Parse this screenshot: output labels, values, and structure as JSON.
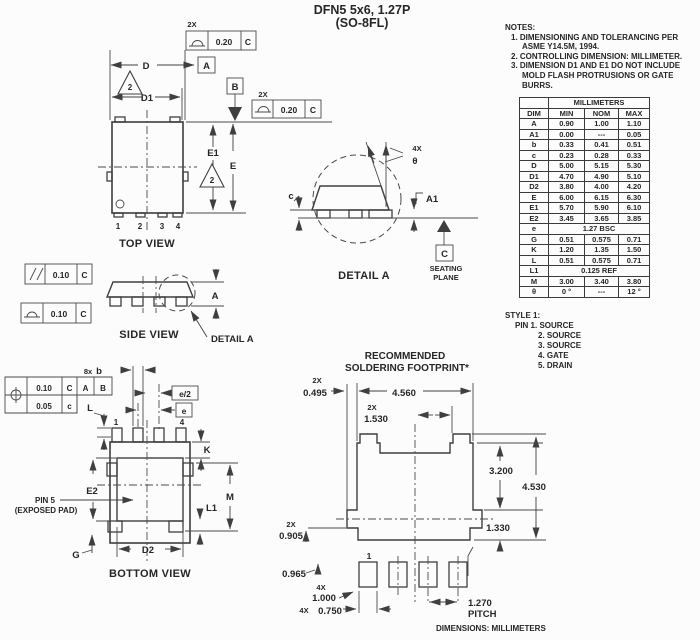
{
  "colors": {
    "ink": "#3f3f3f",
    "background": "#fcfcfc"
  },
  "title": {
    "line1": "DFN5 5x6, 1.27P",
    "line2": "(SO-8FL)"
  },
  "notes": {
    "heading": "NOTES:",
    "n1a": "1. DIMENSIONING AND TOLERANCING PER",
    "n1b": "ASME Y14.5M, 1994.",
    "n2": "2. CONTROLLING DIMENSION: MILLIMETER.",
    "n3a": "3. DIMENSION D1 AND E1 DO NOT INCLUDE",
    "n3b": "MOLD FLASH PROTRUSIONS OR GATE",
    "n3c": "BURRS."
  },
  "dim_table": {
    "units_header": "MILLIMETERS",
    "col_dim": "DIM",
    "col_min": "MIN",
    "col_nom": "NOM",
    "col_max": "MAX",
    "rows": [
      {
        "dim": "A",
        "min": "0.90",
        "nom": "1.00",
        "max": "1.10"
      },
      {
        "dim": "A1",
        "min": "0.00",
        "nom": "---",
        "max": "0.05"
      },
      {
        "dim": "b",
        "min": "0.33",
        "nom": "0.41",
        "max": "0.51"
      },
      {
        "dim": "c",
        "min": "0.23",
        "nom": "0.28",
        "max": "0.33"
      },
      {
        "dim": "D",
        "min": "5.00",
        "nom": "5.15",
        "max": "5.30"
      },
      {
        "dim": "D1",
        "min": "4.70",
        "nom": "4.90",
        "max": "5.10"
      },
      {
        "dim": "D2",
        "min": "3.80",
        "nom": "4.00",
        "max": "4.20"
      },
      {
        "dim": "E",
        "min": "6.00",
        "nom": "6.15",
        "max": "6.30"
      },
      {
        "dim": "E1",
        "min": "5.70",
        "nom": "5.90",
        "max": "6.10"
      },
      {
        "dim": "E2",
        "min": "3.45",
        "nom": "3.65",
        "max": "3.85"
      },
      {
        "dim": "e",
        "span": "1.27 BSC"
      },
      {
        "dim": "G",
        "min": "0.51",
        "nom": "0.575",
        "max": "0.71"
      },
      {
        "dim": "K",
        "min": "1.20",
        "nom": "1.35",
        "max": "1.50"
      },
      {
        "dim": "L",
        "min": "0.51",
        "nom": "0.575",
        "max": "0.71"
      },
      {
        "dim": "L1",
        "span": "0.125 REF"
      },
      {
        "dim": "M",
        "min": "3.00",
        "nom": "3.40",
        "max": "3.80"
      },
      {
        "dim": "θ",
        "min": "0 °",
        "nom": "---",
        "max": "12 °"
      }
    ]
  },
  "style1": {
    "heading": "STYLE 1:",
    "pin1": "PIN 1. SOURCE",
    "pin2": "2. SOURCE",
    "pin3": "3. SOURCE",
    "pin4": "4. GATE",
    "pin5": "5. DRAIN"
  },
  "top_view": {
    "caption": "TOP VIEW",
    "qty1": "2X",
    "tol1": "0.20",
    "datum1": "C",
    "qty2": "2X",
    "tol2": "0.20",
    "datum2": "C",
    "d": "D",
    "d1": "D1",
    "e": "E",
    "e1": "E1",
    "datum_a": "A",
    "datum_b": "B",
    "note2a": "2",
    "note2b": "2",
    "pin1": "1",
    "pin2": "2",
    "pin3": "3",
    "pin4": "4"
  },
  "detail_a": {
    "caption": "DETAIL A",
    "qty": "4X",
    "theta": "θ",
    "c": "c",
    "a1": "A1",
    "datum_c": "C",
    "seating1": "SEATING",
    "seating2": "PLANE"
  },
  "side_view": {
    "caption": "SIDE VIEW",
    "a": "A",
    "detail_ref": "DETAIL A",
    "par_tol": "0.10",
    "par_datum": "C",
    "prof_tol": "0.10",
    "prof_datum": "C"
  },
  "bottom_view": {
    "caption": "BOTTOM VIEW",
    "pos_tol1": "0.10",
    "pos_datum1": "C",
    "pos_datum2": "A",
    "pos_datum3": "B",
    "pos_tol2": "0.05",
    "pos_datum4": "c",
    "qty_b": "8x",
    "b": "b",
    "l": "L",
    "e_half": "e/2",
    "e": "e",
    "k": "K",
    "e2": "E2",
    "pin5_line1": "PIN 5",
    "pin5_line2": "(EXPOSED PAD)",
    "m": "M",
    "l1": "L1",
    "g": "G",
    "d2": "D2",
    "pin1": "1",
    "pin4": "4"
  },
  "footprint": {
    "title1": "RECOMMENDED",
    "title2": "SOLDERING FOOTPRINT*",
    "qty_0495": "2X",
    "v0495": "0.495",
    "v4560": "4.560",
    "qty_1530": "2X",
    "v1530": "1.530",
    "v3200": "3.200",
    "v4530": "4.530",
    "v1330": "1.330",
    "qty_0905": "2X",
    "v0905": "0.905",
    "v0965": "0.965",
    "pin1": "1",
    "qty_1000": "4X",
    "v1000": "1.000",
    "qty_0750": "4X",
    "v0750": "0.750",
    "v1270": "1.270",
    "pitch": "PITCH",
    "dims_note": "DIMENSIONS: MILLIMETERS"
  }
}
